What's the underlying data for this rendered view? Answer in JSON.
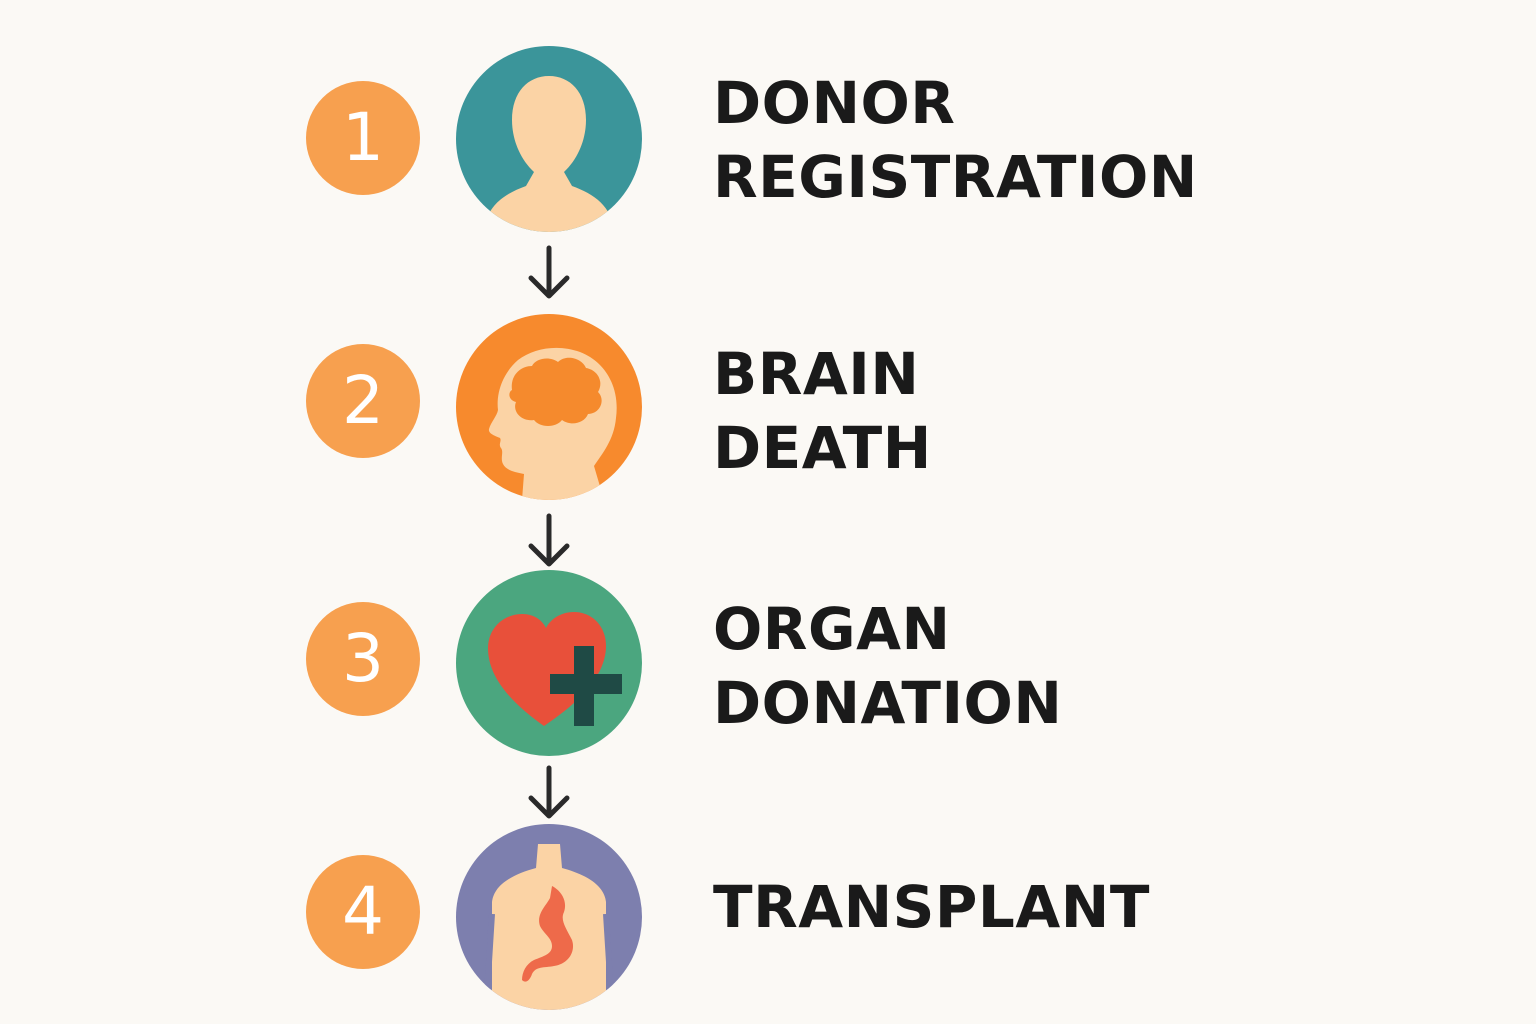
{
  "steps": [
    {
      "number": "1",
      "line1": "DONOR",
      "line2": "REGISTRATION",
      "icon": "person-icon",
      "color": "#3b959a"
    },
    {
      "number": "2",
      "line1": "BRAIN",
      "line2": "DEATH",
      "icon": "brain-head-icon",
      "color": "#f78a2d"
    },
    {
      "number": "3",
      "line1": "ORGAN",
      "line2": "DONATION",
      "icon": "heart-cross-icon",
      "color": "#4ba67f"
    },
    {
      "number": "4",
      "line1": "TRANSPLANT",
      "line2": "",
      "icon": "torso-organ-icon",
      "color": "#7d7fae"
    }
  ],
  "colors": {
    "background": "#fbf9f5",
    "number_badge": "#f7a04f",
    "skin": "#fbd3a5",
    "brain": "#f58a2d",
    "heart": "#e8503a",
    "cross": "#1f4a45",
    "organ": "#ee6a4a",
    "text": "#1a1a1a",
    "arrow": "#2a2a2a"
  }
}
